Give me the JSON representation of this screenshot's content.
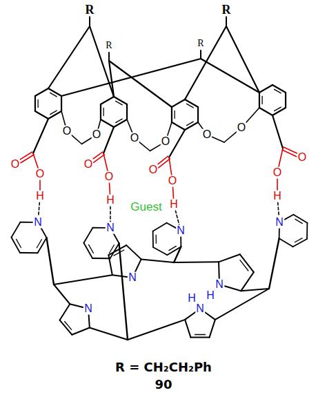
{
  "diagram": {
    "labels": [
      "R",
      "R",
      "R",
      "R",
      "O",
      "O",
      "O",
      "O",
      "O",
      "O",
      "O",
      "O",
      "H",
      "O",
      "O",
      "H",
      "O",
      "O",
      "H",
      "O",
      "O",
      "H",
      "N",
      "N",
      "N",
      "N",
      "Guest",
      "N",
      "N",
      "H",
      "N",
      "H",
      "N",
      "R = CH₂CH₂Ph",
      "90"
    ]
  }
}
